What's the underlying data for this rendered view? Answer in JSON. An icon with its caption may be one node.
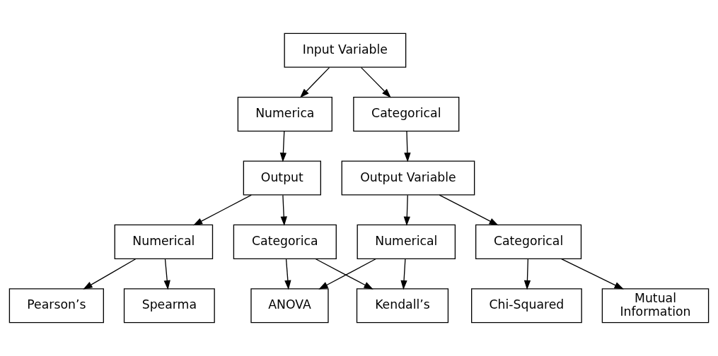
{
  "diagram": {
    "nodes": [
      {
        "text": [
          "Input Variable"
        ]
      },
      {
        "text": [
          "Numerica"
        ]
      },
      {
        "text": [
          "Categorical"
        ]
      },
      {
        "text": [
          "Output"
        ]
      },
      {
        "text": [
          "Output Variable"
        ]
      },
      {
        "text": [
          "Numerical"
        ]
      },
      {
        "text": [
          "Categorica"
        ]
      },
      {
        "text": [
          "Numerical"
        ]
      },
      {
        "text": [
          "Categorical"
        ]
      },
      {
        "text": [
          "Pearson’s"
        ]
      },
      {
        "text": [
          "Spearma"
        ]
      },
      {
        "text": [
          "ANOVA"
        ]
      },
      {
        "text": [
          "Kendall’s"
        ]
      },
      {
        "text": [
          "Chi-Squared"
        ]
      },
      {
        "text": [
          "Mutual Information"
        ]
      }
    ],
    "edges": [
      {
        "from": 0,
        "to": 1,
        "arrow": "to"
      },
      {
        "from": 0,
        "to": 2,
        "arrow": "to"
      },
      {
        "from": 1,
        "to": 3,
        "arrow": "to"
      },
      {
        "from": 2,
        "to": 4,
        "arrow": "to"
      },
      {
        "from": 3,
        "to": 5,
        "arrow": "to"
      },
      {
        "from": 3,
        "to": 6,
        "arrow": "to"
      },
      {
        "from": 4,
        "to": 7,
        "arrow": "to"
      },
      {
        "from": 4,
        "to": 8,
        "arrow": "to"
      },
      {
        "from": 5,
        "to": 9,
        "arrow": "to"
      },
      {
        "from": 5,
        "to": 10,
        "arrow": "to"
      },
      {
        "from": 6,
        "to": 11,
        "arrow": "to"
      },
      {
        "from": 6,
        "to": 12,
        "arrow": "to"
      },
      {
        "from": 7,
        "to": 11,
        "arrow": "to"
      },
      {
        "from": 7,
        "to": 12,
        "arrow": "to"
      },
      {
        "from": 8,
        "to": 13,
        "arrow": "to"
      },
      {
        "from": 8,
        "to": 14,
        "arrow": "to"
      }
    ]
  }
}
